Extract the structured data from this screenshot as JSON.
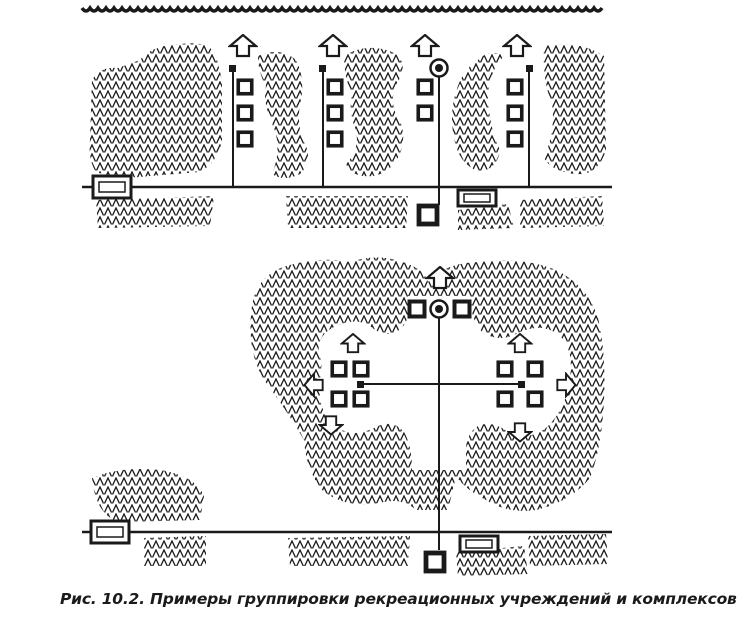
{
  "figure": {
    "caption": "Рис. 10.2. Примеры группировки рекреационных учреждений и комплексов",
    "ink_color": "#1a1a1a",
    "forest_pattern": "chevron-hatch",
    "panels": [
      {
        "name": "linear-grouping",
        "elements": [
          "water-shoreline",
          "main-road",
          "four-building-columns",
          "outward-arrows",
          "forest-belts",
          "parking-lots",
          "central-facility-circle"
        ]
      },
      {
        "name": "cluster-grouping",
        "elements": [
          "forest-clearing",
          "central-facility-circle",
          "two-building-clusters",
          "directional-arrows",
          "main-road",
          "parking-lots"
        ]
      }
    ]
  }
}
